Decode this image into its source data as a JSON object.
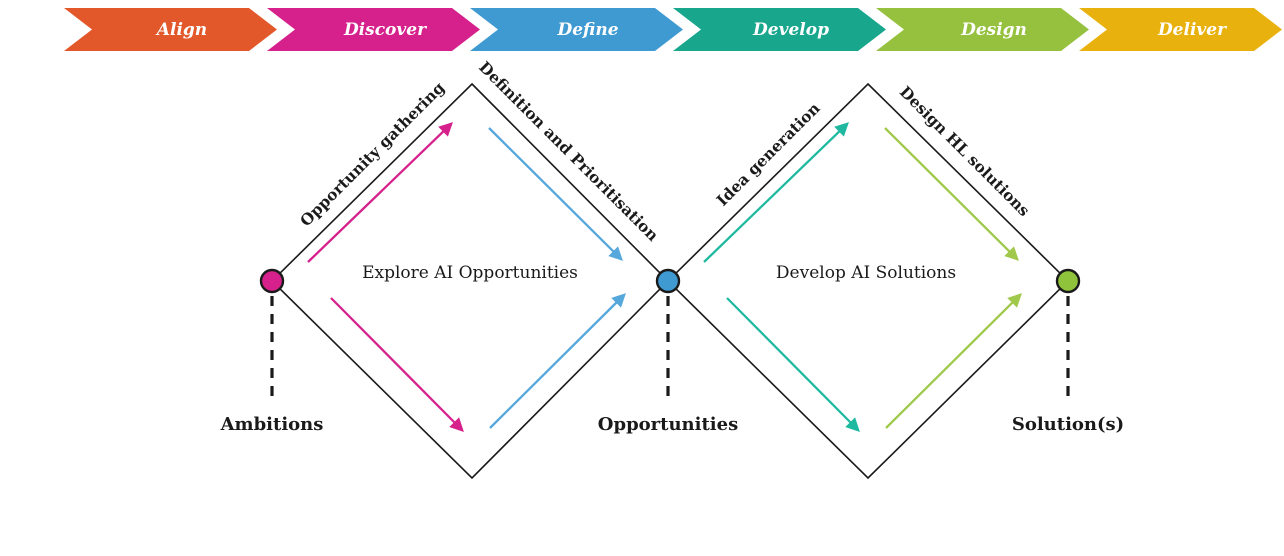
{
  "banner": {
    "text_color": "#ffffff",
    "phases": [
      {
        "label": "Align",
        "color": "#e2582b"
      },
      {
        "label": "Discover",
        "color": "#d6218c"
      },
      {
        "label": "Define",
        "color": "#3f9ad2"
      },
      {
        "label": "Develop",
        "color": "#18a78d"
      },
      {
        "label": "Design",
        "color": "#95c13e"
      },
      {
        "label": "Deliver",
        "color": "#e9b10d"
      }
    ]
  },
  "diagram": {
    "outline_color": "#1a1a1a",
    "diamonds": [
      {
        "title": "Explore AI Opportunities",
        "upper_left_edge_label": "Opportunity gathering",
        "upper_right_edge_label": "Definition and Prioritisation",
        "diverge_arrow_color": "#d6218c",
        "converge_arrow_color": "#55a7dc"
      },
      {
        "title": "Develop AI Solutions",
        "upper_left_edge_label": "Idea generation",
        "upper_right_edge_label": "Design HL solutions",
        "diverge_arrow_color": "#1fb9a0",
        "converge_arrow_color": "#a0c84a"
      }
    ],
    "nodes": [
      {
        "label": "Ambitions",
        "color": "#d6218c"
      },
      {
        "label": "Opportunities",
        "color": "#3f9ad2"
      },
      {
        "label": "Solution(s)",
        "color": "#8fc33c"
      }
    ]
  }
}
